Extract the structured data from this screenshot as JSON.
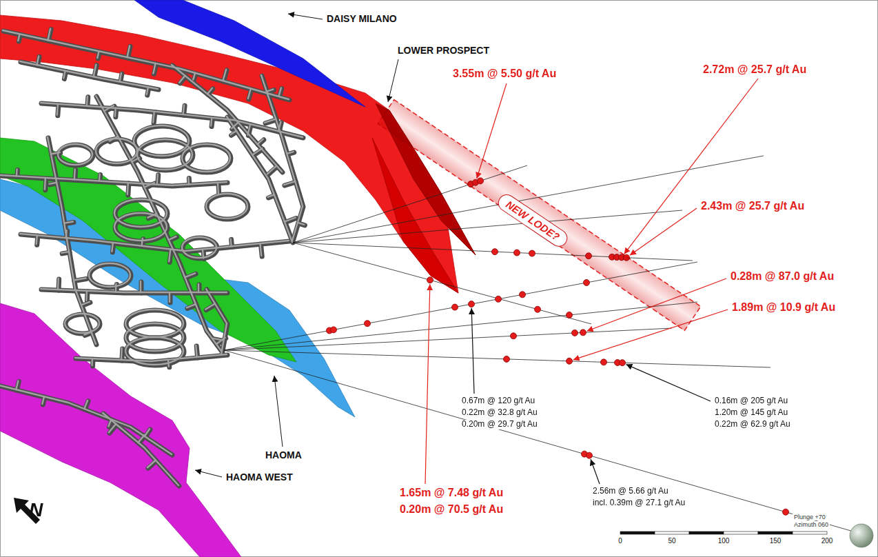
{
  "diagram": {
    "nodes": [
      {
        "text": [
          "NEW LODE?"
        ]
      }
    ],
    "labels": [
      "DAISY MILANO",
      "LOWER PROSPECT",
      "3.55m @ 5.50 g/t Au",
      "2.72m @ 25.7 g/t Au",
      "2.43m @ 25.7 g/t Au",
      "0.28m @ 87.0 g/t Au",
      "1.89m @ 10.9 g/t Au",
      "0.67m @ 120 g/t Au",
      "0.22m @ 32.8 g/t Au",
      "0.20m @ 29.7 g/t Au",
      "0.16m @ 205 g/t Au",
      "1.20m @ 145 g/t Au",
      "0.22m @ 62.9 g/t Au",
      "HAOMA",
      "HAOMA WEST",
      "1.65m @ 7.48 g/t Au",
      "0.20m @ 70.5 g/t Au",
      "2.56m @ 5.66 g/t Au",
      "incl. 0.39m @ 27.1 g/t Au",
      "N",
      "Plunge +70",
      "Azimuth 060",
      "0",
      "50",
      "100",
      "150",
      "200"
    ]
  }
}
